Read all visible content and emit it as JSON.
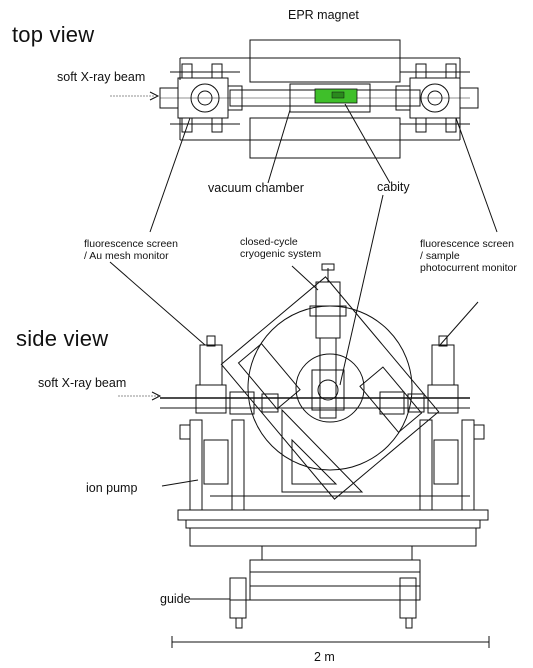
{
  "labels": {
    "top_view": "top view",
    "side_view": "side view",
    "epr_magnet": "EPR magnet",
    "soft_xray_beam_top": "soft X-ray beam",
    "soft_xray_beam_side": "soft X-ray beam",
    "vacuum_chamber": "vacuum chamber",
    "cabity": "cabity",
    "fluor_left_line1": "fluorescence screen",
    "fluor_left_line2": "/ Au mesh monitor",
    "cryo_line1": "closed-cycle",
    "cryo_line2": "cryogenic system",
    "fluor_right_line1": "fluorescence screen",
    "fluor_right_line2": "/ sample",
    "fluor_right_line3": "photocurrent monitor",
    "ion_pump": "ion pump",
    "guide": "guide",
    "scale": "2 m"
  },
  "colors": {
    "line": "#111111",
    "cavity_highlight": "#3fbf2a"
  }
}
